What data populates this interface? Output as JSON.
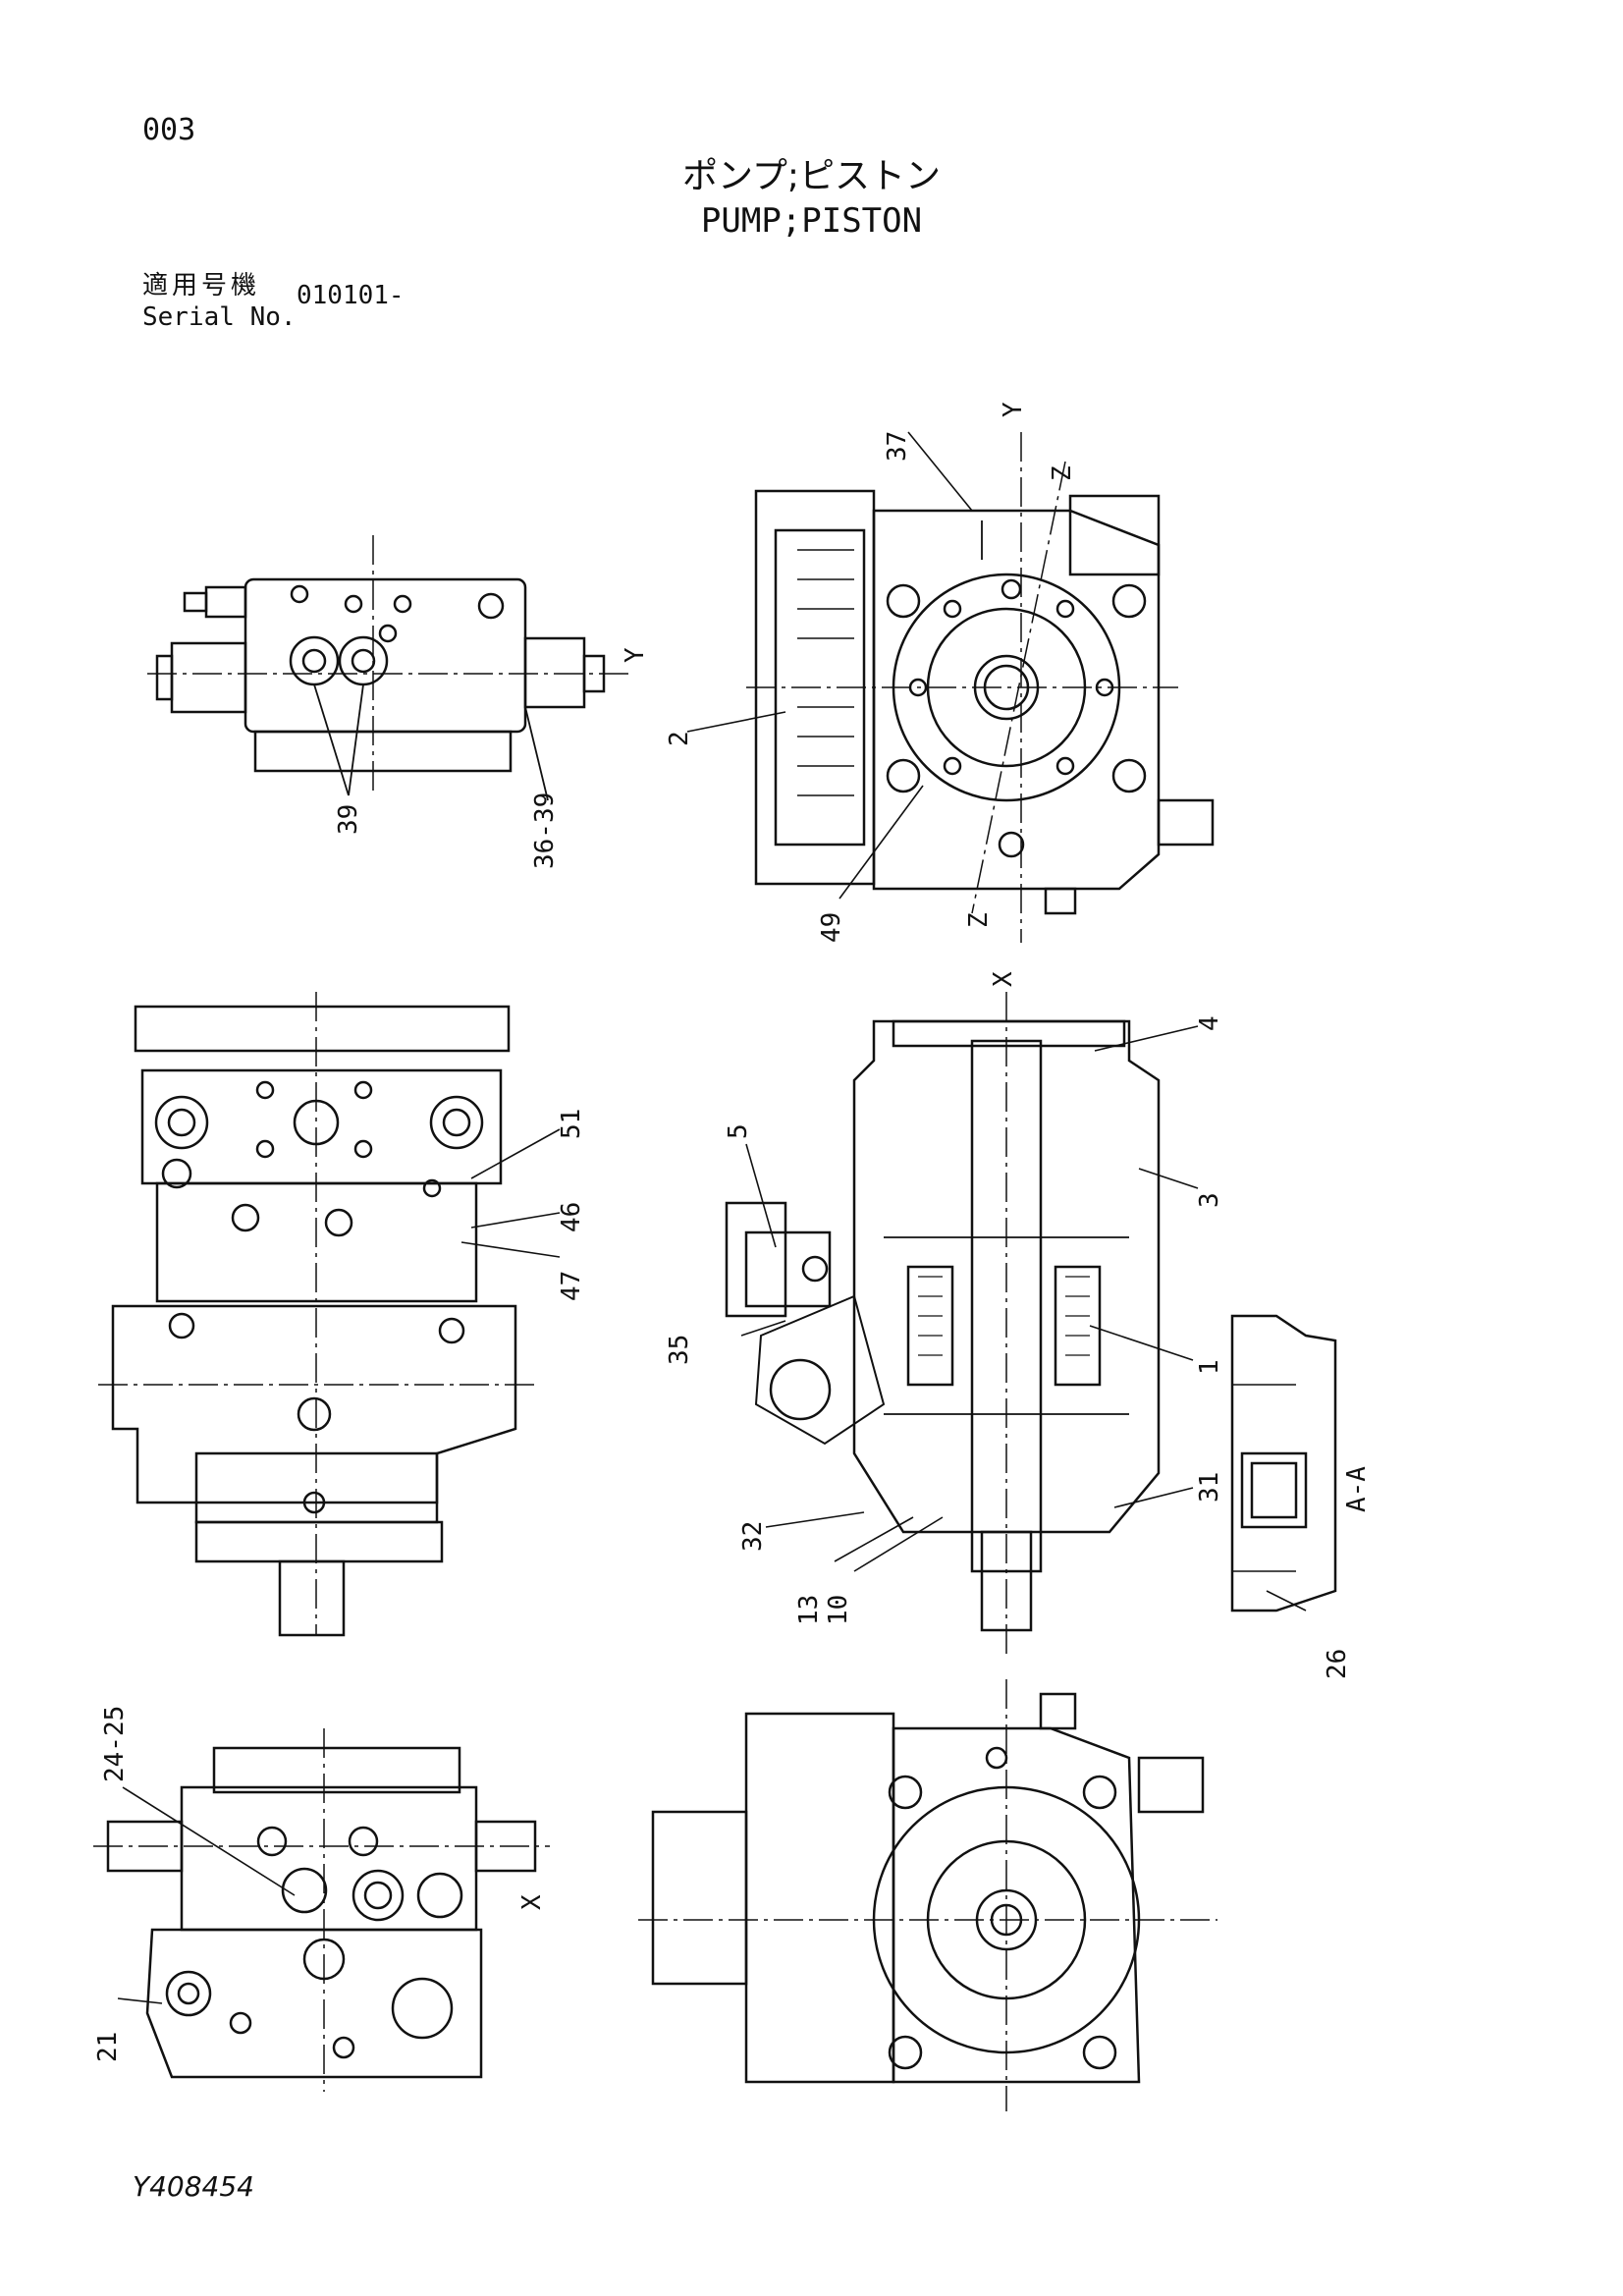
{
  "header": {
    "page_number": "003",
    "title_jp": "ポンプ;ピストン",
    "title_en": "PUMP;PISTON",
    "serial_label_jp": "適用号機",
    "serial_label_en": "Serial No.",
    "serial_value": "010101-"
  },
  "footer": {
    "drawing_id": "Y408454"
  },
  "callouts": {
    "c1": "1",
    "c2": "2",
    "c3": "3",
    "c4": "4",
    "c5": "5",
    "c10": "10",
    "c13": "13",
    "c21": "21",
    "c24_25": "24-25",
    "c26": "26",
    "c31": "31",
    "c32": "32",
    "c35": "35",
    "c36_39": "36-39",
    "c37": "37",
    "c39": "39",
    "c46": "46",
    "c47": "47",
    "c49": "49",
    "c51": "51"
  },
  "view_markers": {
    "y_left": "Y",
    "y_top": "Y",
    "x_mid": "X",
    "x_bottom": "X",
    "z_top": "Z",
    "z_bottom": "Z",
    "section": "A-A"
  },
  "colors": {
    "ink": "#111111",
    "paper": "#ffffff"
  }
}
